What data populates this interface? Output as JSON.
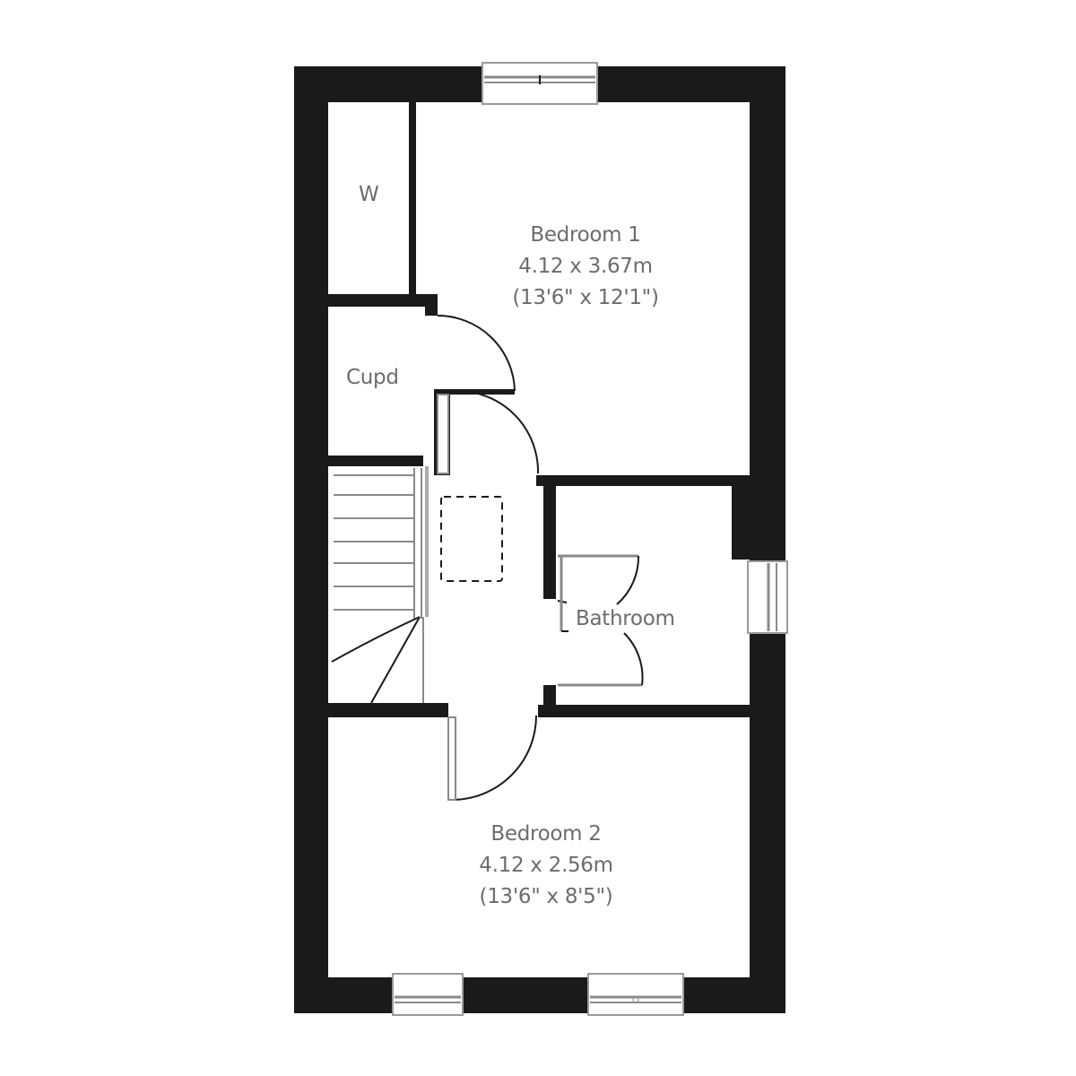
{
  "plan": {
    "wall_color": "#1a1a1a",
    "text_color": "#6c6c6c",
    "rooms": {
      "bedroom1": {
        "name": "Bedroom 1",
        "metric": "4.12 x 3.67m",
        "imperial": "(13'6\" x 12'1\")"
      },
      "bedroom2": {
        "name": "Bedroom 2",
        "metric": "4.12 x 2.56m",
        "imperial": "(13'6\" x 8'5\")"
      },
      "bathroom": {
        "name": "Bathroom"
      },
      "wardrobe": {
        "name": "W"
      },
      "cupboard": {
        "name": "Cupd"
      }
    },
    "features": [
      "stairs",
      "loft-hatch",
      "windows",
      "doors"
    ]
  }
}
